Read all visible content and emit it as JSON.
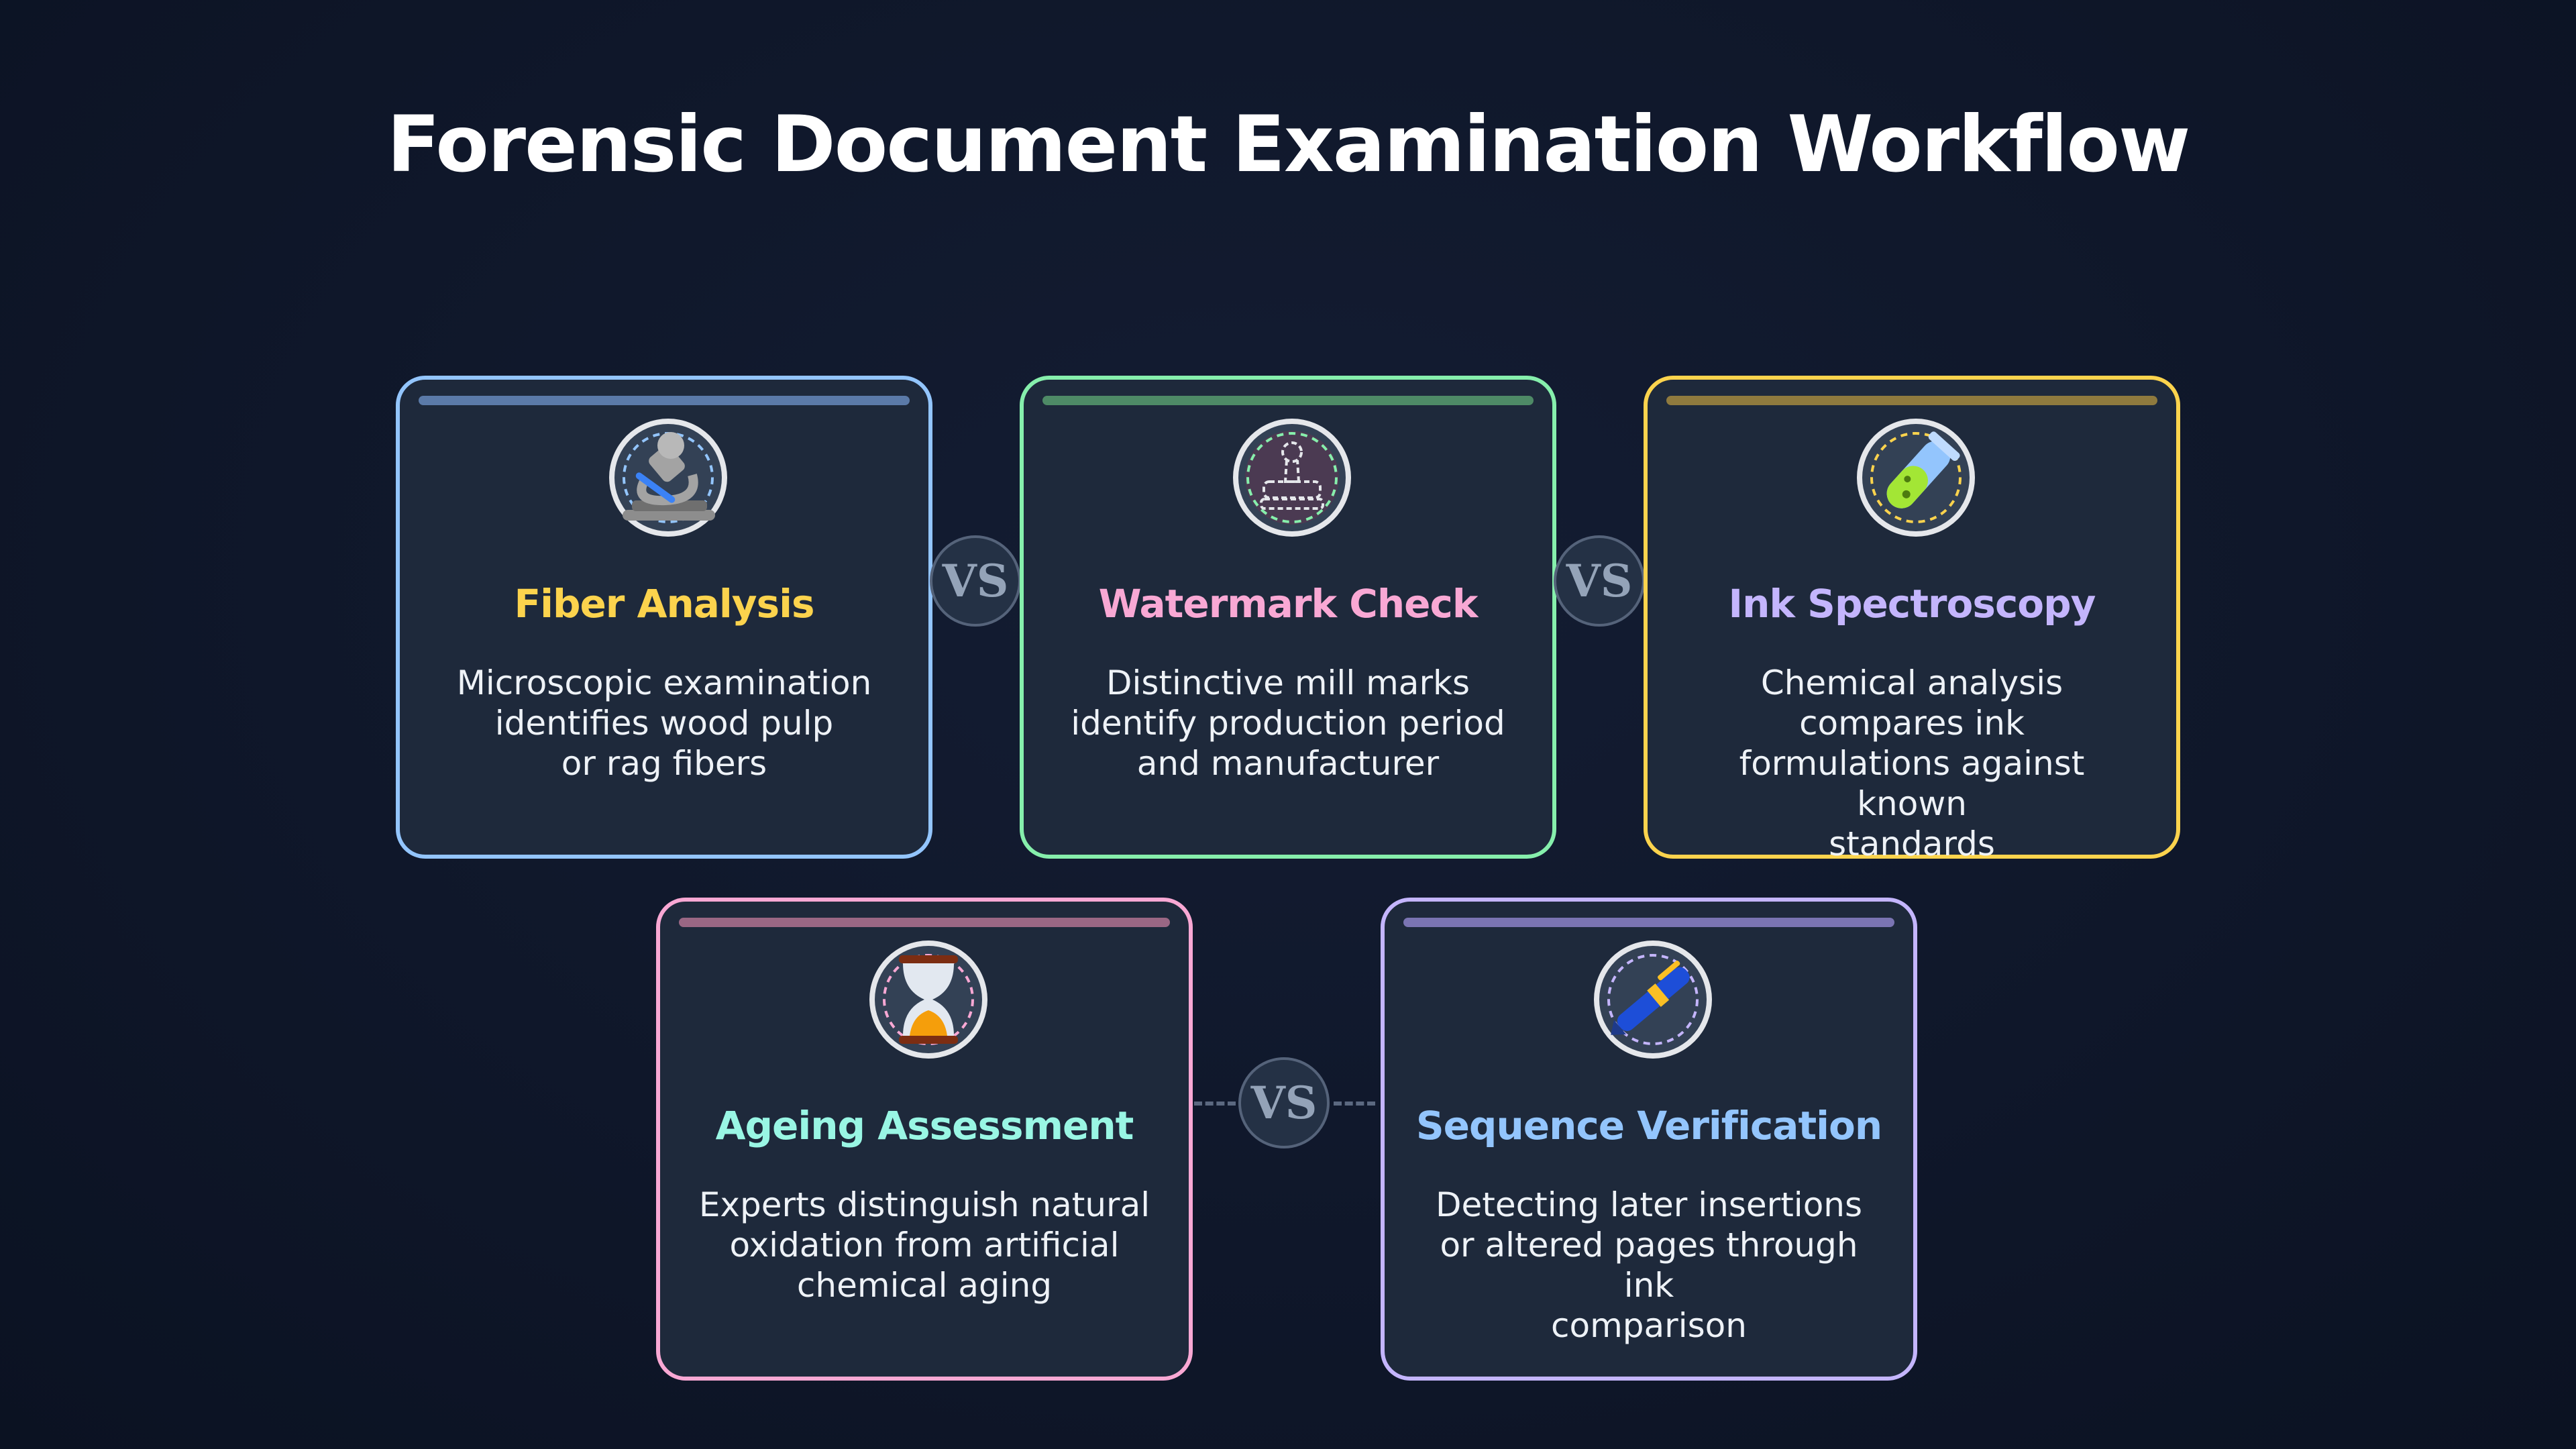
{
  "title": "Forensic Document Examination Workflow",
  "vs_label": "VS",
  "cards": [
    {
      "title": "Fiber Analysis",
      "description": [
        "Microscopic examination",
        "identifies wood pulp",
        "or rag fibers"
      ],
      "icon": "microscope-icon",
      "border_color": "#93c5fd",
      "title_color": "#fcd34d",
      "bar_color": "#5b7aa8"
    },
    {
      "title": "Watermark Check",
      "description": [
        "Distinctive mill marks",
        "identify production period",
        "and manufacturer"
      ],
      "icon": "stamp-icon",
      "border_color": "#86efac",
      "title_color": "#f9a8d4",
      "bar_color": "#4e8a66"
    },
    {
      "title": "Ink Spectroscopy",
      "description": [
        "Chemical analysis compares ink",
        "formulations against known",
        "standards"
      ],
      "icon": "test-tube-icon",
      "border_color": "#fcd34d",
      "title_color": "#c4b5fd",
      "bar_color": "#8f7a3e"
    },
    {
      "title": "Ageing Assessment",
      "description": [
        "Experts distinguish natural",
        "oxidation from artificial",
        "chemical aging"
      ],
      "icon": "hourglass-icon",
      "border_color": "#f9a8d4",
      "title_color": "#99f6e4",
      "bar_color": "#9a6784"
    },
    {
      "title": "Sequence Verification",
      "description": [
        "Detecting later insertions",
        "or altered pages through ink",
        "comparison"
      ],
      "icon": "pen-icon",
      "border_color": "#c4b5fd",
      "title_color": "#93c5fd",
      "bar_color": "#7a74b2"
    }
  ]
}
